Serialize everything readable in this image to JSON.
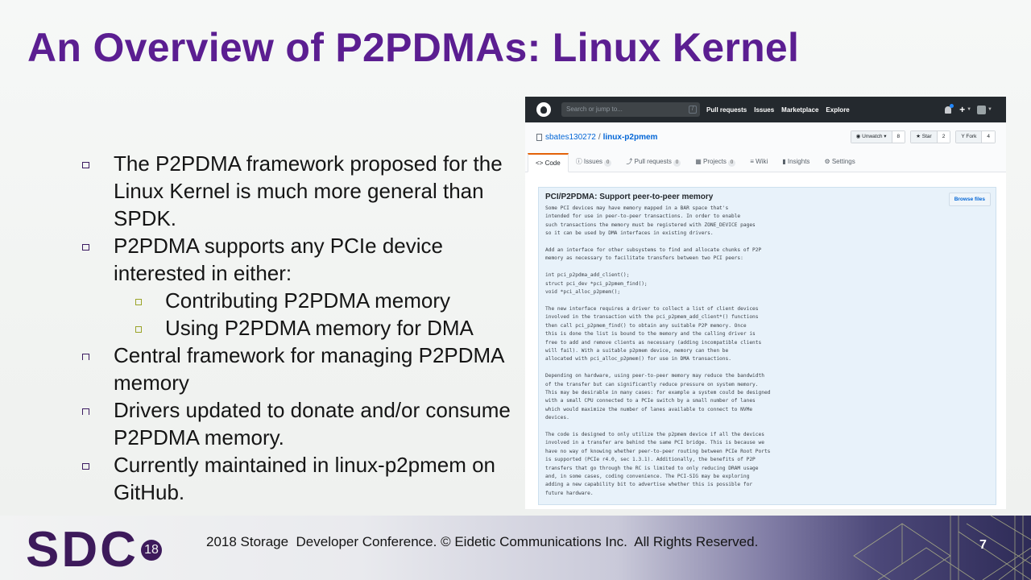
{
  "slide": {
    "title": "An Overview of P2PDMAs: Linux Kernel",
    "bullets": [
      {
        "text": "The P2PDMA framework proposed for the Linux Kernel is much more general than SPDK."
      },
      {
        "text": "P2PDMA supports any PCIe device interested in either:",
        "sub": [
          "Contributing P2PDMA memory",
          "Using P2PDMA memory for DMA"
        ]
      },
      {
        "text": "Central framework for managing P2PDMA memory"
      },
      {
        "text": "Drivers updated to donate and/or consume P2PDMA memory."
      },
      {
        "text": "Currently maintained in linux-p2pmem on GitHub."
      }
    ],
    "colors": {
      "title": "#5b1e91",
      "text": "#151515"
    }
  },
  "github": {
    "search_placeholder": "Search or jump to...",
    "search_shortcut": "/",
    "nav": [
      "Pull requests",
      "Issues",
      "Marketplace",
      "Explore"
    ],
    "repo_owner": "sbates130272",
    "repo_sep": "/",
    "repo_name": "linux-p2pmem",
    "actions": [
      {
        "label": "◉ Unwatch ▾",
        "count": "8"
      },
      {
        "label": "★ Star",
        "count": "2"
      },
      {
        "label": "Y Fork",
        "count": "4"
      }
    ],
    "tabs": [
      {
        "label": "<> Code",
        "count": null
      },
      {
        "label": "ⓘ Issues",
        "count": "0"
      },
      {
        "label": "⤴ Pull requests",
        "count": "0"
      },
      {
        "label": "▦ Projects",
        "count": "0"
      },
      {
        "label": "≡ Wiki",
        "count": null
      },
      {
        "label": "▮ Insights",
        "count": null
      },
      {
        "label": "⚙ Settings",
        "count": null
      }
    ],
    "commit": {
      "title": "PCI/P2PDMA: Support peer-to-peer memory",
      "browse_label": "Browse files",
      "body": "Some PCI devices may have memory mapped in a BAR space that's\nintended for use in peer-to-peer transactions. In order to enable\nsuch transactions the memory must be registered with ZONE_DEVICE pages\nso it can be used by DMA interfaces in existing drivers.\n\nAdd an interface for other subsystems to find and allocate chunks of P2P\nmemory as necessary to facilitate transfers between two PCI peers:\n\nint pci_p2pdma_add_client();\nstruct pci_dev *pci_p2pmem_find();\nvoid *pci_alloc_p2pmem();\n\nThe new interface requires a driver to collect a list of client devices\ninvolved in the transaction with the pci_p2pmem_add_client*() functions\nthen call pci_p2pmem_find() to obtain any suitable P2P memory. Once\nthis is done the list is bound to the memory and the calling driver is\nfree to add and remove clients as necessary (adding incompatible clients\nwill fail). With a suitable p2pmem device, memory can then be\nallocated with pci_alloc_p2pmem() for use in DMA transactions.\n\nDepending on hardware, using peer-to-peer memory may reduce the bandwidth\nof the transfer but can significantly reduce pressure on system memory.\nThis may be desirable in many cases: for example a system could be designed\nwith a small CPU connected to a PCIe switch by a small number of lanes\nwhich would maximize the number of lanes available to connect to NVMe\ndevices.\n\nThe code is designed to only utilize the p2pmem device if all the devices\ninvolved in a transfer are behind the same PCI bridge. This is because we\nhave no way of knowing whether peer-to-peer routing between PCIe Root Ports\nis supported (PCIe r4.0, sec 1.3.1). Additionally, the benefits of P2P\ntransfers that go through the RC is limited to only reducing DRAM usage\nand, in some cases, coding convenience. The PCI-SIG may be exploring\nadding a new capability bit to advertise whether this is possible for\nfuture hardware."
    }
  },
  "footer": {
    "logo_text": "SDC",
    "logo_year": "18",
    "copyright": "2018 Storage  Developer Conference. © Eidetic Communications Inc.  All Rights Reserved.",
    "page_number": "7"
  }
}
